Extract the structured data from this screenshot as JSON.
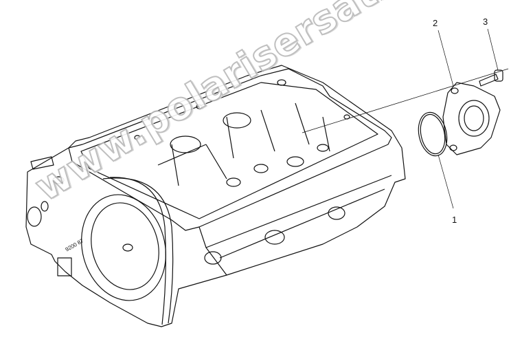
{
  "diagram": {
    "type": "exploded parts diagram",
    "subject": "engine cylinder head with thermostat housing cover",
    "callouts": [
      {
        "number": "1",
        "part": "sealing ring (O-ring)"
      },
      {
        "number": "2",
        "part": "cover / flange housing"
      },
      {
        "number": "3",
        "part": "bolt"
      }
    ],
    "stamped_text": "9200 87",
    "watermark": "www.polarisersatzteile.de"
  },
  "colors": {
    "line": "#111111",
    "background": "#ffffff",
    "watermark_outline": "#b9b9b9"
  }
}
